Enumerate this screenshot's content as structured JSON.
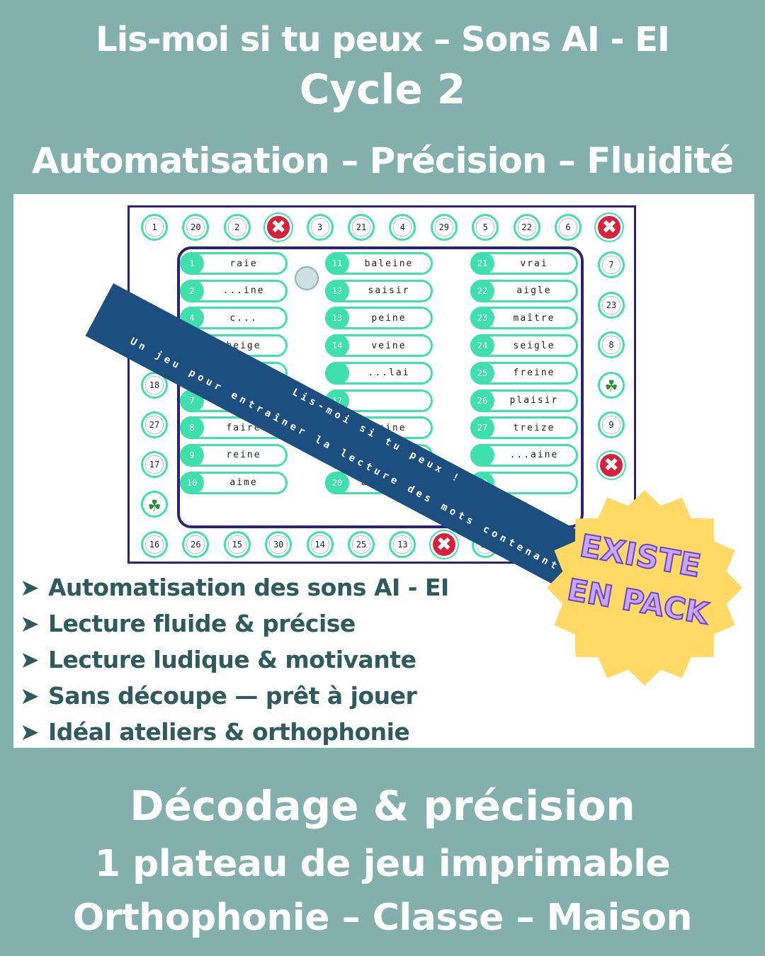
{
  "header": {
    "line1": "Lis-moi si tu peux – Sons AI - EI",
    "line2": "Cycle 2",
    "line3": "Automatisation – Précision – Fluidité"
  },
  "board": {
    "top_row": [
      "1",
      "20",
      "2",
      "✖",
      "3",
      "21",
      "4",
      "29",
      "5",
      "22",
      "6",
      "✖"
    ],
    "right_col": [
      "7",
      "23",
      "8",
      "☘",
      "9",
      "✖"
    ],
    "left_col": [
      "☘",
      "18",
      "27",
      "17",
      "☘"
    ],
    "bottom_row": [
      "16",
      "26",
      "15",
      "30",
      "14",
      "25",
      "13",
      "✖",
      "12",
      "24"
    ],
    "words": [
      {
        "n": "1",
        "w": "raie"
      },
      {
        "n": "2",
        "w": "...ine"
      },
      {
        "n": "4",
        "w": "c..."
      },
      {
        "n": "5",
        "w": "beige"
      },
      {
        "n": "6",
        "w": "laisse"
      },
      {
        "n": "7",
        "w": "peigne"
      },
      {
        "n": "8",
        "w": "faire"
      },
      {
        "n": "9",
        "w": "reine"
      },
      {
        "n": "10",
        "w": "aime"
      },
      {
        "n": "11",
        "w": "baleine"
      },
      {
        "n": "12",
        "w": "saisir"
      },
      {
        "n": "13",
        "w": "peine"
      },
      {
        "n": "14",
        "w": "veine"
      },
      {
        "n": "",
        "w": "...lai"
      },
      {
        "n": "17",
        "w": ""
      },
      {
        "n": "18",
        "w": "haine"
      },
      {
        "n": "19",
        "w": "salaire"
      },
      {
        "n": "20",
        "w": "araignée"
      },
      {
        "n": "21",
        "w": "vrai"
      },
      {
        "n": "22",
        "w": "aigle"
      },
      {
        "n": "23",
        "w": "maître"
      },
      {
        "n": "24",
        "w": "seigle"
      },
      {
        "n": "25",
        "w": "freine"
      },
      {
        "n": "26",
        "w": "plaisir"
      },
      {
        "n": "27",
        "w": "treize"
      },
      {
        "n": "",
        "w": "...aine"
      },
      {
        "n": "30",
        "w": ""
      }
    ]
  },
  "band": {
    "line1": "Lis-moi si tu peux !",
    "line2": "Un jeu pour entraîner la lecture des mots contenant \"ei\""
  },
  "bullets": {
    "arrow": "➤",
    "items": [
      "Automatisation des sons AI - EI",
      "Lecture fluide & précise",
      "Lecture ludique & motivante",
      "Sans découpe — prêt à jouer",
      "Idéal ateliers & orthophonie"
    ]
  },
  "badge": {
    "line1": "EXISTE",
    "line2": "EN PACK",
    "color": "#ffd966"
  },
  "footer": {
    "line1": "Décodage & précision",
    "line2": "1 plateau  de jeu imprimable",
    "line3": "Orthophonie – Classe – Maison"
  },
  "colors": {
    "background": "#83afad",
    "accent": "#3fe0ad",
    "band": "#1c4e7f",
    "frame": "#2c2470"
  }
}
